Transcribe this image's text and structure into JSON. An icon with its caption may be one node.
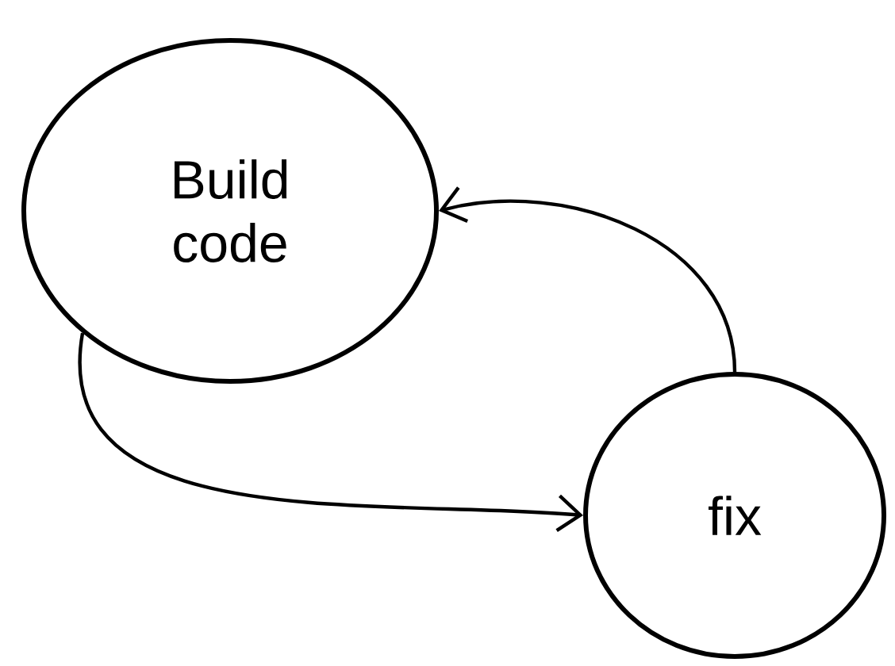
{
  "diagram": {
    "nodes": [
      {
        "text": [
          "Build code"
        ]
      },
      {
        "text": [
          "fix"
        ]
      }
    ],
    "edges": [
      {
        "from": 0,
        "to": 1,
        "arrow": "to"
      },
      {
        "from": 1,
        "to": 0,
        "arrow": "to"
      }
    ]
  }
}
